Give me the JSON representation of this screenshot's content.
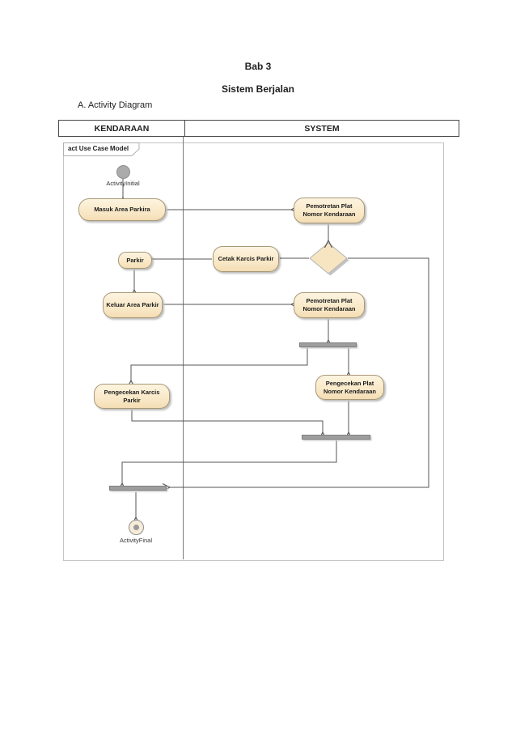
{
  "document": {
    "title_line1": "Bab 3",
    "title_line2": "Sistem Berjalan",
    "section_heading": "A. Activity Diagram"
  },
  "swimlane_table": {
    "left_header": "KENDARAAN",
    "right_header": "SYSTEM"
  },
  "diagram": {
    "frame_label": "act Use Case Model",
    "initial_node_label": "ActivityInitial",
    "final_node_label": "ActivityFinal",
    "activities": {
      "masuk_area": "Masuk Area Parkira",
      "pemotretan_plat_1": "Pemotretan Plat Nomor Kendaraan",
      "cetak_karcis": "Cetak Karcis Parkir",
      "parkir": "Parkir",
      "keluar_area": "Keluar Area Parkir",
      "pemotretan_plat_2": "Pemotretan Plat Nomor Kendaraan",
      "pengecekan_karcis": "Pengecekan Karcis Parkir",
      "pengecekan_plat": "Pengecekan Plat Nomor Kendaraan"
    },
    "colors": {
      "activity_fill": "#F8E6C3",
      "activity_border": "#A79878",
      "bar_fill": "#9E9E9E",
      "edge_line": "#565656",
      "initial_fill": "#ABABAB"
    }
  }
}
